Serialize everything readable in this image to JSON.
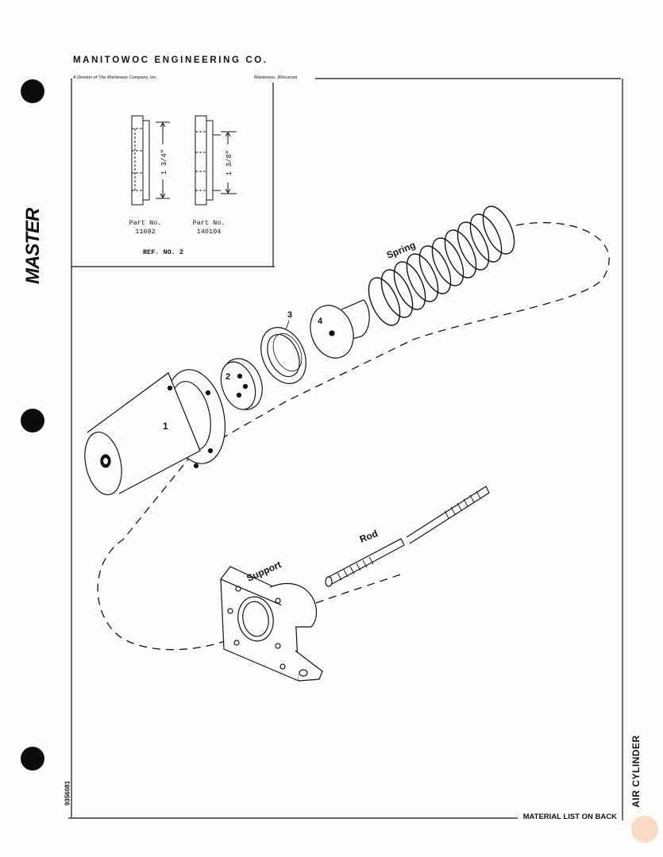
{
  "header": {
    "company": "MANITOWOC ENGINEERING CO.",
    "division": "A Division of The Manitowoc Company, Inc.",
    "city": "Manitowoc, Wisconsin"
  },
  "side": {
    "master": "MASTER",
    "title": "AIR CYLINDER",
    "code": "9356081"
  },
  "footer": {
    "material_note": "MATERIAL LIST ON BACK"
  },
  "inset": {
    "parts": [
      {
        "label": "Part No.",
        "number": "11692",
        "dimension": "1 3/4\""
      },
      {
        "label": "Part No.",
        "number": "140104",
        "dimension": "1 3/8\""
      }
    ],
    "ref": "REF. NO. 2"
  },
  "callouts": {
    "cylinder": "1",
    "piston": "2",
    "ring": "3",
    "cap": "4",
    "spring": "Spring",
    "rod": "Rod",
    "support": "Support"
  },
  "colors": {
    "ink": "#111111",
    "hole": "#0c0c0c",
    "paper": "#fdfdfb"
  }
}
